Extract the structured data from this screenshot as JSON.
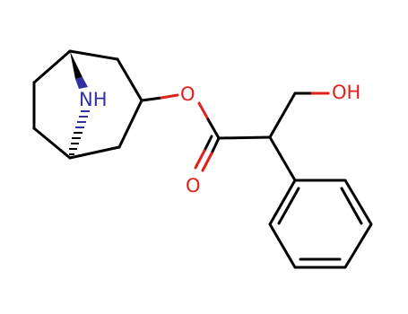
{
  "molecule": {
    "atoms": {
      "nitrogen": {
        "text": "NH",
        "color": "#30309e"
      },
      "ester_oxygen": {
        "text": "O",
        "color": "#e0201c"
      },
      "carbonyl_oxygen": {
        "text": "O",
        "color": "#e0201c"
      },
      "hydroxyl": {
        "text": "OH",
        "color": "#e0201c"
      }
    },
    "colors": {
      "bond": "#000000",
      "nitrogen_bond": "#30309e",
      "oxygen_bond": "#e0201c"
    }
  }
}
